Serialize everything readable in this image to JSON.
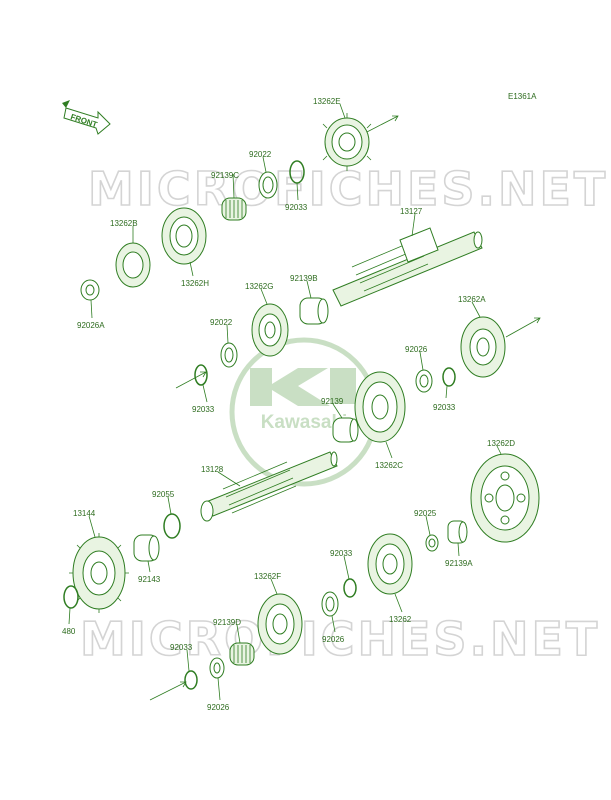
{
  "diagram_code": "E1361A",
  "front_label": "FRONT",
  "watermark": "MICROFICHES.NET",
  "logo_text": "Kawasaki",
  "colors": {
    "line": "#2f7d22",
    "label": "#2d6b1e",
    "watermark": "#d4d4d4",
    "logo": "#c9dfc4"
  },
  "parts": [
    {
      "id": "13262E",
      "label": "13262E"
    },
    {
      "id": "92022a",
      "label": "92022"
    },
    {
      "id": "92139C",
      "label": "92139C"
    },
    {
      "id": "92033a",
      "label": "92033"
    },
    {
      "id": "13127",
      "label": "13127"
    },
    {
      "id": "13262B",
      "label": "13262B"
    },
    {
      "id": "13262H",
      "label": "13262H"
    },
    {
      "id": "92026A",
      "label": "92026A"
    },
    {
      "id": "13262G",
      "label": "13262G"
    },
    {
      "id": "92139B",
      "label": "92139B"
    },
    {
      "id": "92022b",
      "label": "92022"
    },
    {
      "id": "13262A",
      "label": "13262A"
    },
    {
      "id": "92026a",
      "label": "92026"
    },
    {
      "id": "92033b",
      "label": "92033"
    },
    {
      "id": "92139",
      "label": "92139"
    },
    {
      "id": "92033c",
      "label": "92033"
    },
    {
      "id": "13262C",
      "label": "13262C"
    },
    {
      "id": "13128",
      "label": "13128"
    },
    {
      "id": "13262D",
      "label": "13262D"
    },
    {
      "id": "92055",
      "label": "92055"
    },
    {
      "id": "13144",
      "label": "13144"
    },
    {
      "id": "92025",
      "label": "92025"
    },
    {
      "id": "92143",
      "label": "92143"
    },
    {
      "id": "92139A",
      "label": "92139A"
    },
    {
      "id": "92033d",
      "label": "92033"
    },
    {
      "id": "13262F",
      "label": "13262F"
    },
    {
      "id": "480",
      "label": "480"
    },
    {
      "id": "13262",
      "label": "13262"
    },
    {
      "id": "92139D",
      "label": "92139D"
    },
    {
      "id": "92026b",
      "label": "92026"
    },
    {
      "id": "92033e",
      "label": "92033"
    },
    {
      "id": "92026c",
      "label": "92026"
    }
  ]
}
